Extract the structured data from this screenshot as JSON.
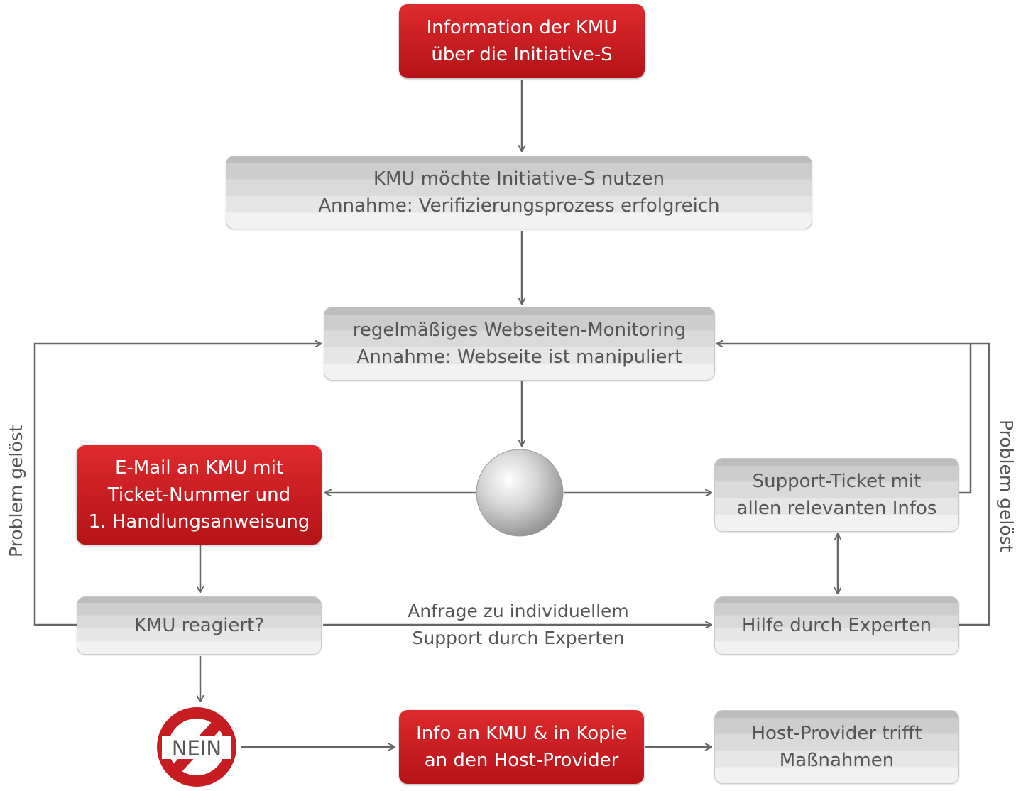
{
  "nodes": {
    "info_kmu": [
      "Information der KMU",
      "über die Initiative-S"
    ],
    "kmu_nutzen": [
      "KMU möchte Initiative-S nutzen",
      "Annahme: Verifizierungsprozess erfolgreich"
    ],
    "monitoring": [
      "regelmäßiges Webseiten-Monitoring",
      "Annahme: Webseite ist manipuliert"
    ],
    "email": [
      "E-Mail an KMU mit",
      "Ticket-Nummer und",
      "1. Handlungsanweisung"
    ],
    "support_ticket": [
      "Support-Ticket mit",
      "allen relevanten Infos"
    ],
    "kmu_reagiert": [
      "KMU reagiert?"
    ],
    "hilfe": [
      "Hilfe durch Experten"
    ],
    "nein": "NEIN",
    "info_host": [
      "Info an KMU & in Kopie",
      "an den Host-Provider"
    ],
    "host_provider": [
      "Host-Provider trifft",
      "Maßnahmen"
    ]
  },
  "edge_labels": {
    "anfrage": [
      "Anfrage zu individuellem",
      "Support durch Experten"
    ],
    "problem_left": "Problem gelöst",
    "problem_right": "Problem gelöst"
  },
  "colors": {
    "red": "#c71d22",
    "grey_text": "#555555",
    "connector": "#666666"
  }
}
